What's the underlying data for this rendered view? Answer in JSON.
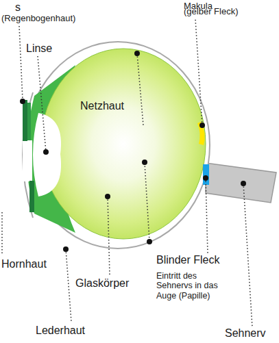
{
  "diagram": {
    "labels": [
      "s",
      "(Regenbogenhaut)",
      "Makula",
      "(gelber Fleck)",
      "Linse",
      "Netzhaut",
      "Hornhaut",
      "Glaskörper",
      "Blinder Fleck",
      "Eintritt des Sehnervs in das Auge (Papille)",
      "Lederhaut",
      "Sehnerv"
    ]
  }
}
